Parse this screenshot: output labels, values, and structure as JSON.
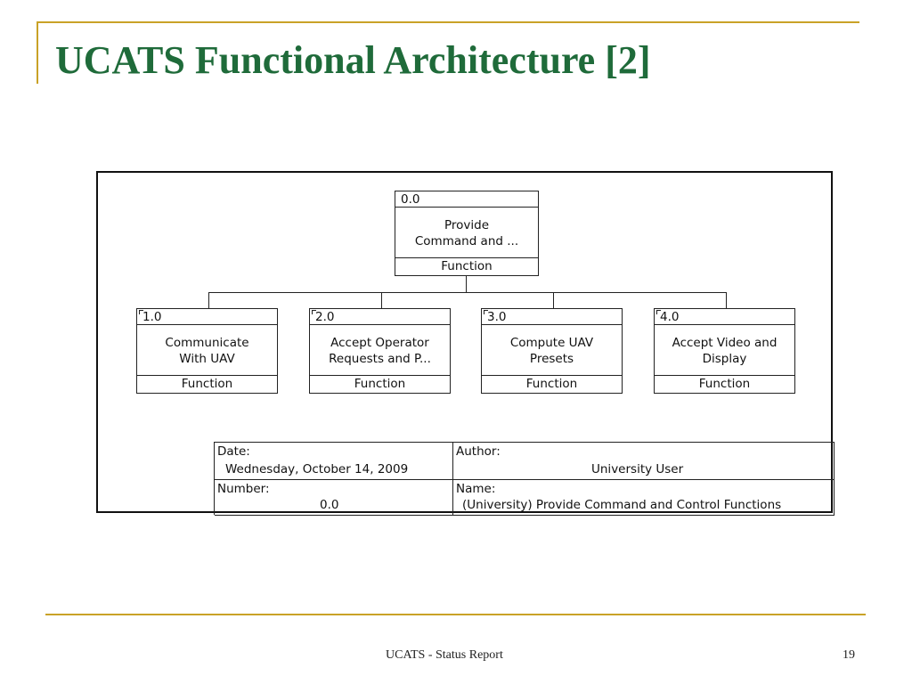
{
  "slide": {
    "title": "UCATS Functional Architecture [2]",
    "footer_text": "UCATS - Status Report",
    "page_number": "19",
    "accent_color": "#c9a227",
    "title_color": "#1f6b3a"
  },
  "diagram": {
    "root": {
      "number": "0.0",
      "name_line1": "Provide",
      "name_line2": "Command and ...",
      "type": "Function"
    },
    "children": [
      {
        "number": "1.0",
        "name_line1": "Communicate",
        "name_line2": "With UAV",
        "type": "Function"
      },
      {
        "number": "2.0",
        "name_line1": "Accept Operator",
        "name_line2": "Requests and P...",
        "type": "Function"
      },
      {
        "number": "3.0",
        "name_line1": "Compute UAV",
        "name_line2": "Presets",
        "type": "Function"
      },
      {
        "number": "4.0",
        "name_line1": "Accept Video and",
        "name_line2": "Display",
        "type": "Function"
      }
    ],
    "info": {
      "date_label": "Date:",
      "date_value": "Wednesday, October 14, 2009",
      "author_label": "Author:",
      "author_value": "University User",
      "number_label": "Number:",
      "number_value": "0.0",
      "name_label": "Name:",
      "name_value": "(University) Provide Command and Control Functions"
    }
  }
}
